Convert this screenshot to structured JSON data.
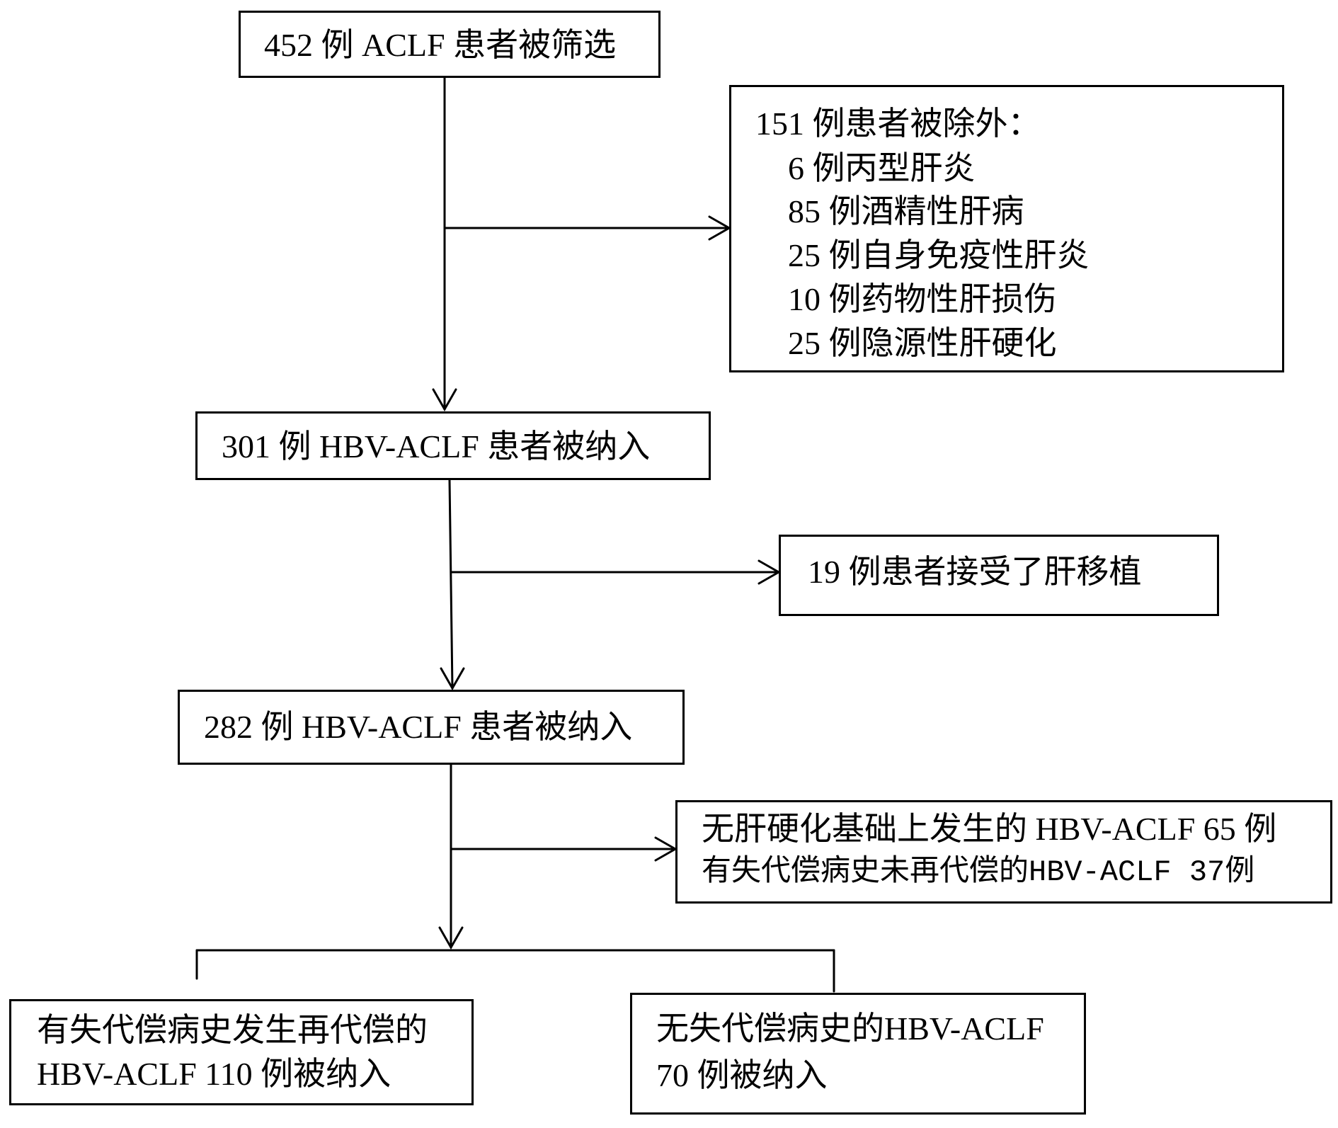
{
  "flowchart": {
    "screened": "452 例 ACLF 患者被筛选",
    "excluded": {
      "title": "151 例患者被除外：",
      "items": [
        "6 例丙型肝炎",
        "85 例酒精性肝病",
        "25 例自身免疫性肝炎",
        "10 例药物性肝损伤",
        "25 例隐源性肝硬化"
      ]
    },
    "included_1": "301 例 HBV-ACLF 患者被纳入",
    "transplant": "19 例患者接受了肝移植",
    "included_2": "282 例 HBV-ACLF 患者被纳入",
    "excluded_2": [
      "无肝硬化基础上发生的 HBV-ACLF 65 例",
      "有失代偿病史未再代偿的HBV-ACLF 37例"
    ],
    "group_recompensated": [
      "有失代偿病史发生再代偿的",
      "HBV-ACLF 110 例被纳入"
    ],
    "group_no_decompensation": [
      "无失代偿病史的HBV-ACLF",
      "70 例被纳入"
    ]
  }
}
